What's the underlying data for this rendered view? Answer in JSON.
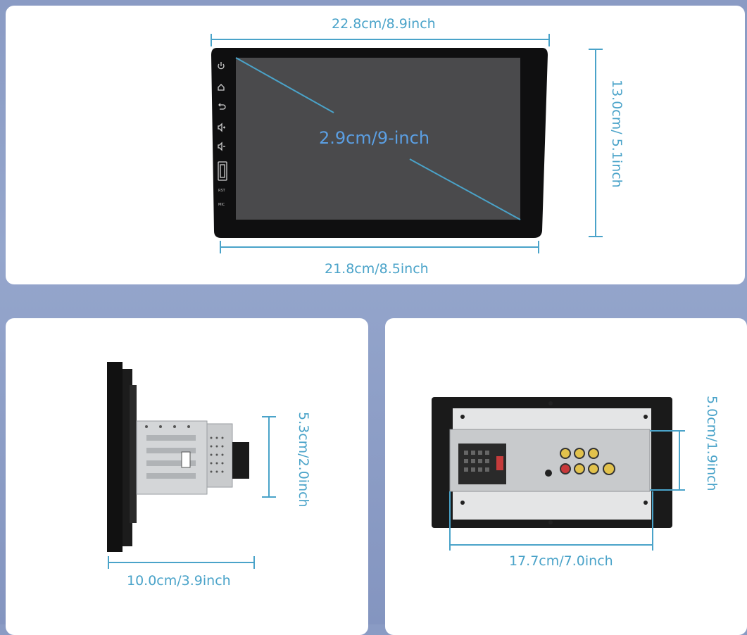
{
  "top_panel": {
    "width_top": "22.8cm/8.9inch",
    "width_bottom": "21.8cm/8.5inch",
    "height_right": "13.0cm/ 5.1inch",
    "diagonal": "2.9cm/9-inch",
    "button_labels": {
      "rst": "RST",
      "mic": "MIC"
    },
    "button_icons": [
      "power-icon",
      "home-icon",
      "back-icon",
      "volume-up-icon",
      "volume-down-icon",
      "usb-port-icon"
    ]
  },
  "side_panel": {
    "depth": "10.0cm/3.9inch",
    "height": "5.3cm/2.0inch"
  },
  "back_panel": {
    "width": "17.7cm/7.0inch",
    "height": "5.0cm/1.9inch"
  },
  "colors": {
    "dimension": "#4aa3c9",
    "diagonal_text": "#5b9fe3",
    "background": "#8a9bc4"
  }
}
